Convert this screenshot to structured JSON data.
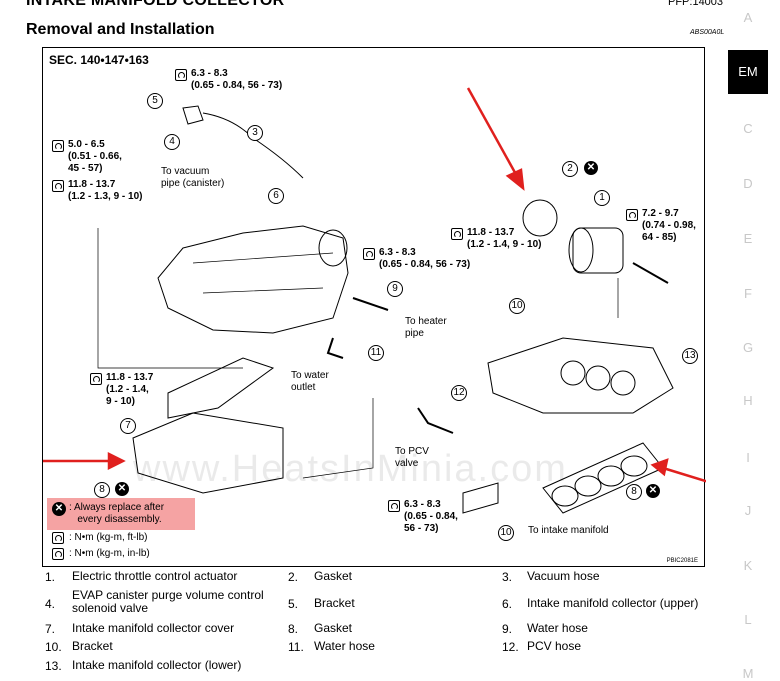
{
  "header": {
    "title": "INTAKE MANIFOLD COLLECTOR",
    "pfp": "PFP:14003",
    "subtitle": "Removal and Installation",
    "code": "ABS00A0L"
  },
  "side_index": {
    "items": [
      "A",
      "EM",
      "C",
      "D",
      "E",
      "F",
      "G",
      "H",
      "I",
      "J",
      "K",
      "L",
      "M"
    ],
    "active": "EM"
  },
  "figure": {
    "section": "SEC. 140•147•163",
    "figure_code": "PBIC2081E",
    "watermark": "www.HeatsInMinia.com",
    "torques": {
      "t1": "6.3 - 8.3\n(0.65 - 0.84, 56 - 73)",
      "t2": "5.0 - 6.5\n(0.51 - 0.66,\n45 - 57)",
      "t3": "11.8 - 13.7\n(1.2 - 1.3, 9 - 10)",
      "t4": "6.3 - 8.3\n(0.65 - 0.84, 56 - 73)",
      "t5": "11.8 - 13.7\n(1.2 - 1.4, 9 - 10)",
      "t6": "7.2 - 9.7\n(0.74 - 0.98,\n64 - 85)",
      "t7": "11.8 - 13.7\n(1.2 - 1.4,\n9 - 10)",
      "t8": "6.3 - 8.3\n(0.65 - 0.84,\n56 - 73)"
    },
    "notes": {
      "vacuum": "To vacuum\npipe (canister)",
      "heater": "To heater\npipe",
      "water": "To water\noutlet",
      "pcv": "To PCV\nvalve",
      "intake": "To intake manifold"
    },
    "legend": {
      "replace": ": Always replace after\n   every disassembly.",
      "nm_ft": ": N•m (kg-m, ft-lb)",
      "nm_in": ": N•m (kg-m, in-lb)"
    }
  },
  "parts": [
    {
      "num": "1.",
      "label": "Electric throttle control actuator"
    },
    {
      "num": "2.",
      "label": "Gasket"
    },
    {
      "num": "3.",
      "label": "Vacuum hose"
    },
    {
      "num": "4.",
      "label": "EVAP canister purge volume control solenoid valve"
    },
    {
      "num": "5.",
      "label": "Bracket"
    },
    {
      "num": "6.",
      "label": "Intake manifold collector (upper)"
    },
    {
      "num": "7.",
      "label": "Intake manifold collector cover"
    },
    {
      "num": "8.",
      "label": "Gasket"
    },
    {
      "num": "9.",
      "label": "Water hose"
    },
    {
      "num": "10.",
      "label": "Bracket"
    },
    {
      "num": "11.",
      "label": "Water hose"
    },
    {
      "num": "12.",
      "label": "PCV hose"
    },
    {
      "num": "13.",
      "label": "Intake manifold collector (lower)"
    }
  ],
  "colors": {
    "arrow": "#e0201e",
    "legend_bg": "#f5a3a3",
    "active_tab": "#000000",
    "inactive_tab": "#c8c8c8"
  }
}
